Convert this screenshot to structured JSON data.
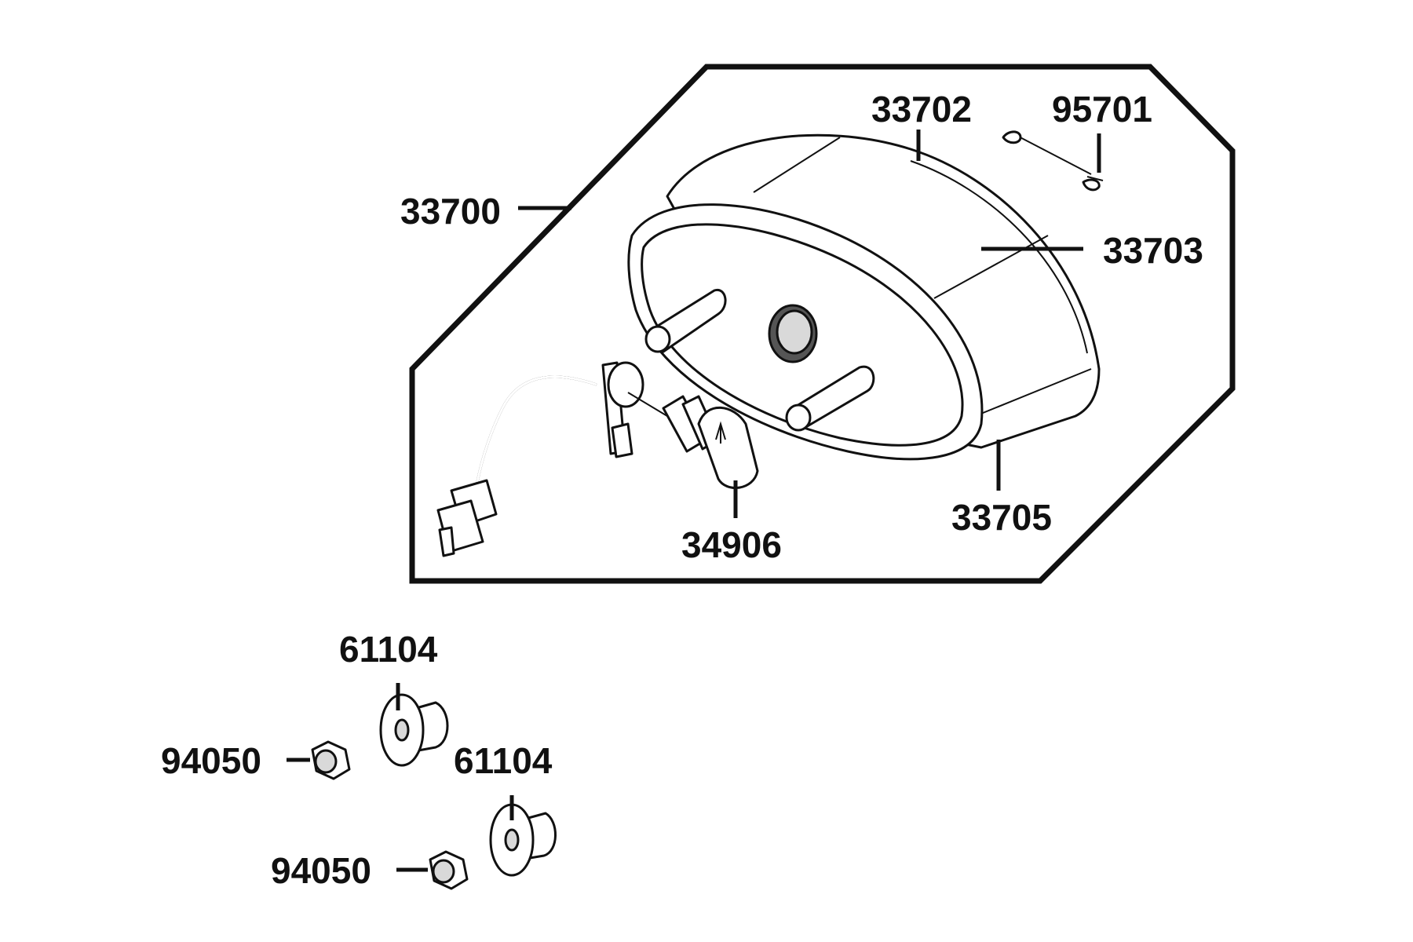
{
  "diagram": {
    "labels": {
      "p33700": "33700",
      "p33702": "33702",
      "p95701": "95701",
      "p33703": "33703",
      "p33705": "33705",
      "p34906": "34906",
      "p61104a": "61104",
      "p61104b": "61104",
      "p94050a": "94050",
      "p94050b": "94050"
    }
  }
}
